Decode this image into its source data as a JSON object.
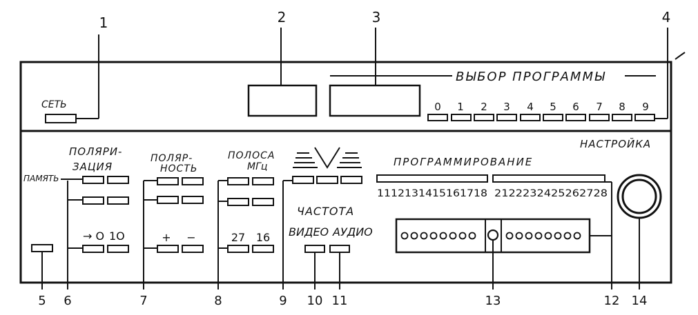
{
  "panel": {
    "top_labels": [
      "1",
      "2",
      "3",
      "4"
    ],
    "bottom_labels": [
      "5",
      "6",
      "7",
      "8",
      "9",
      "10",
      "11",
      "13",
      "12",
      "14"
    ],
    "set_label": "СЕТЬ",
    "vybor_label": "ВЫБОР  ПРОГРАММЫ",
    "program_digits": [
      "0",
      "1",
      "2",
      "3",
      "4",
      "5",
      "6",
      "7",
      "8",
      "9"
    ],
    "nastroika_label": "НАСТРОЙКА",
    "pamyat_label": "ПАМЯТЬ",
    "polarizatsiya_line1": "ПОЛЯРИ-",
    "polarizatsiya_line2": "ЗАЦИЯ",
    "polyarnost_line1": "ПОЛЯР-",
    "polyarnost_line2": "НОСТЬ",
    "polosa_line1": "ПОЛОСА",
    "polosa_line2": "МГц",
    "plus": "+",
    "minus": "−",
    "band_27": "27",
    "band_16": "16",
    "arrow_o": "→ O",
    "one_o": "1O",
    "programmirovanie_label": "ПРОГРАММИРОВАНИЕ",
    "prog_numbers_left": "1112131415161718",
    "prog_numbers_right": "2122232425262728",
    "chastota_label": "ЧАСТОТА",
    "video_label": "ВИДЕО",
    "audio_label": "АУДИО"
  }
}
